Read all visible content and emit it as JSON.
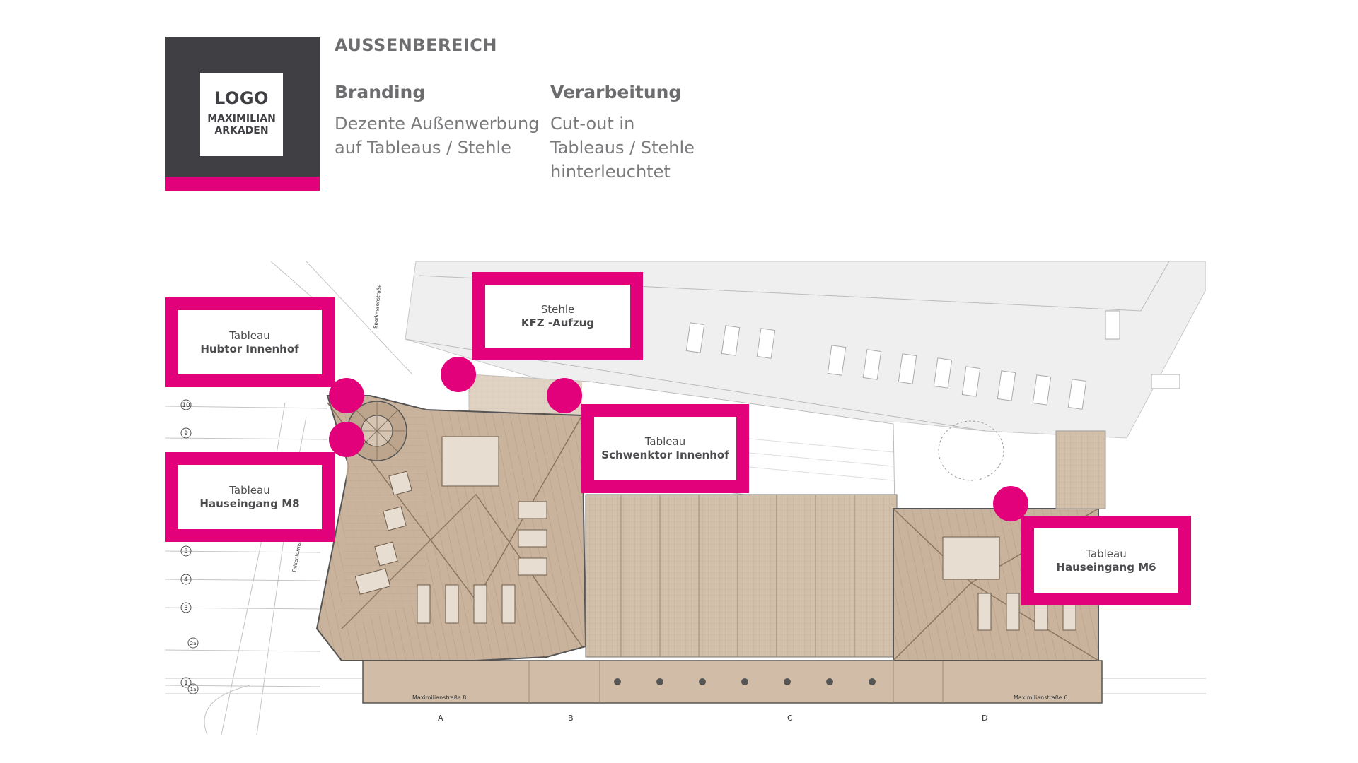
{
  "logo": {
    "title": "LOGO",
    "line1": "MAXIMILIAN",
    "line2": "ARKADEN"
  },
  "section_title": "AUSSENBEREICH",
  "columns": [
    {
      "heading": "Branding",
      "lines": [
        "Dezente Außenwerbung",
        "auf Tableaus / Stehle"
      ]
    },
    {
      "heading": "Verarbeitung",
      "lines": [
        "Cut-out in",
        "Tableaus / Stehle",
        "hinterleuchtet"
      ]
    }
  ],
  "callouts": [
    {
      "line1": "Tableau",
      "line2": "Hubtor Innenhof"
    },
    {
      "line1": "Stehle",
      "line2": "KFZ -Aufzug"
    },
    {
      "line1": "Tableau",
      "line2": "Schwenktor Innenhof"
    },
    {
      "line1": "Tableau",
      "line2": "Hauseingang M8"
    },
    {
      "line1": "Tableau",
      "line2": "Hauseingang M6"
    }
  ],
  "plan_labels": {
    "street_left": "Maximilianstraße 8",
    "street_right": "Maximilianstraße 6",
    "axis_a": "A",
    "axis_b": "B",
    "axis_c": "C",
    "axis_d": "D",
    "grid_rows": [
      "10",
      "9",
      "5",
      "4",
      "3",
      "2a",
      "1",
      "1a"
    ],
    "street_side_top": "Sparkassenstraße",
    "street_side_left": "Falkenturmstraße"
  },
  "colors": {
    "accent": "#e2017b",
    "logo_bg": "#403f43",
    "roof": "#c9b39c",
    "roof_dark": "#bca58c"
  }
}
